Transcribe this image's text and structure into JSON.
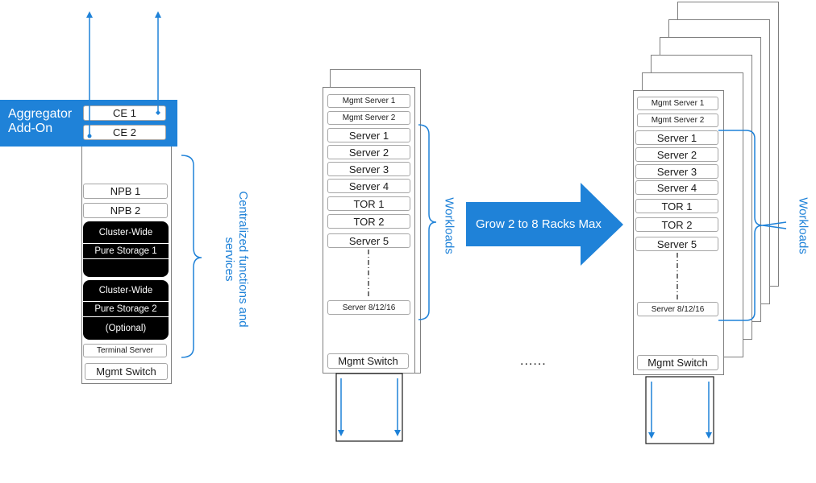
{
  "aggregator": {
    "label_line1": "Aggregator",
    "label_line2": "Add-On",
    "ce": [
      "CE 1",
      "CE 2"
    ]
  },
  "left_rack": {
    "npb": [
      "NPB 1",
      "NPB 2"
    ],
    "storage1": [
      "Cluster-Wide",
      "Pure Storage 1"
    ],
    "storage2": [
      "Cluster-Wide",
      "Pure Storage 2",
      "(Optional)"
    ],
    "terminal_server": "Terminal Server",
    "mgmt_switch": "Mgmt Switch",
    "side_label_line1": "Centralized functions and",
    "side_label_line2": "services"
  },
  "middle_rack": {
    "mgmt_servers": [
      "Mgmt Server 1",
      "Mgmt Server 2"
    ],
    "servers": [
      "Server 1",
      "Server 2",
      "Server 3",
      "Server 4"
    ],
    "tors": [
      "TOR 1",
      "TOR 2"
    ],
    "server5": "Server 5",
    "server_last": "Server 8/12/16",
    "mgmt_switch": "Mgmt Switch",
    "workloads_label": "Workloads"
  },
  "grow_arrow": {
    "label": "Grow 2 to 8 Racks Max"
  },
  "ellipsis": "......",
  "right_rack": {
    "mgmt_servers": [
      "Mgmt Server 1",
      "Mgmt Server 2"
    ],
    "servers": [
      "Server 1",
      "Server 2",
      "Server 3",
      "Server 4"
    ],
    "tors": [
      "TOR 1",
      "TOR 2"
    ],
    "server5": "Server 5",
    "server_last": "Server 8/12/16",
    "mgmt_switch": "Mgmt Switch",
    "workloads_label": "Workloads"
  },
  "colors": {
    "accent_blue": "#1f82d8",
    "rack_border": "#7f7f7f",
    "storage_block": "#000000"
  }
}
